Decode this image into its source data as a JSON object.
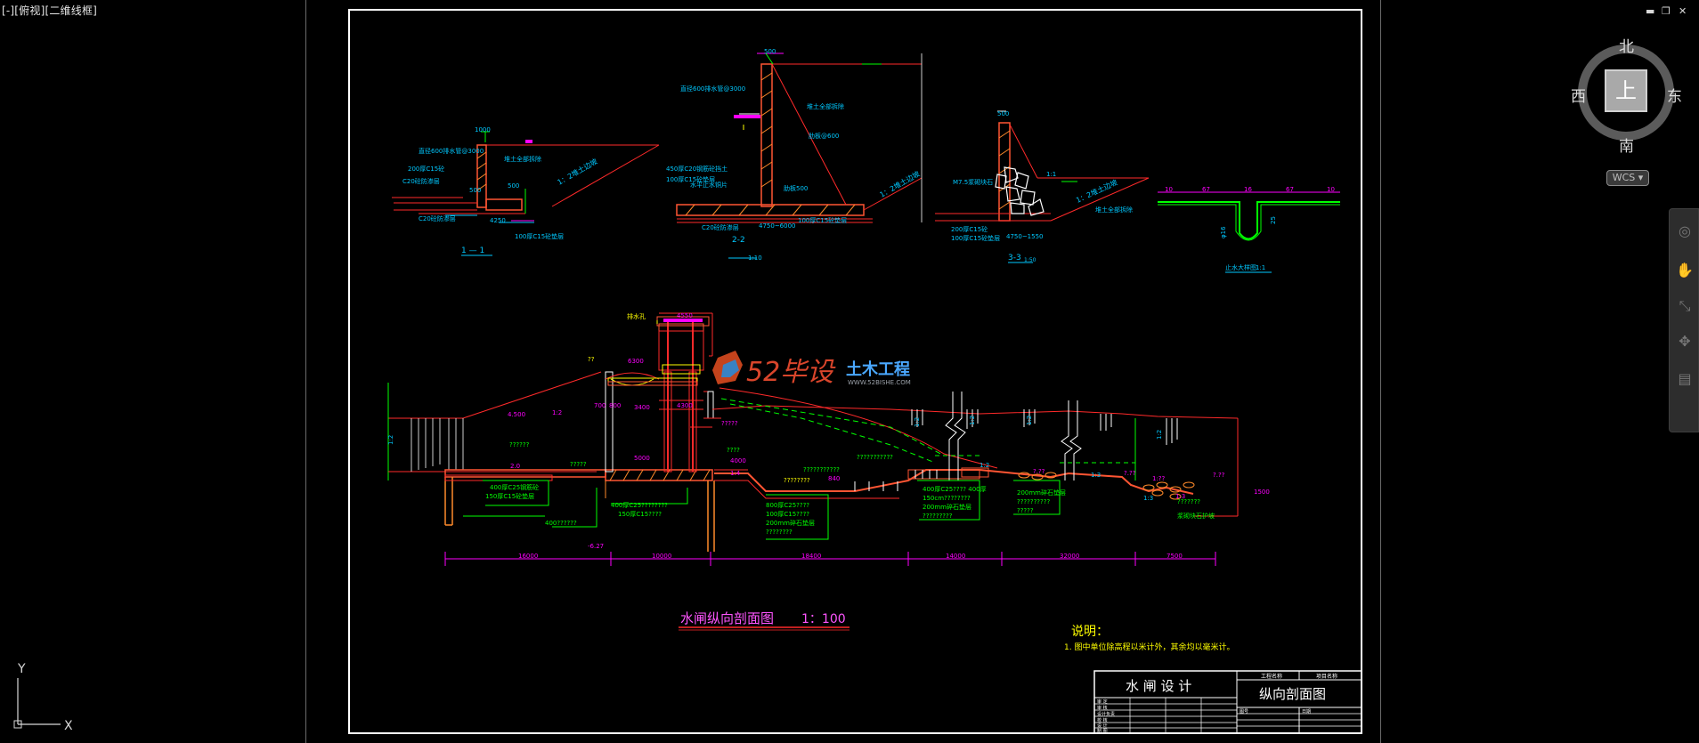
{
  "viewport_label": "[-][俯视][二维线框]",
  "window_controls": {
    "minimize": "▬",
    "restore": "❐",
    "close": "✕"
  },
  "viewcube": {
    "face": "上",
    "north": "北",
    "south": "南",
    "west": "西",
    "east": "东",
    "wcs_label": "WCS ▾"
  },
  "navbar": {
    "icons": [
      "steering-wheel-icon",
      "pan-icon",
      "zoom-icon",
      "orbit-icon",
      "showmotion-icon"
    ]
  },
  "ucs": {
    "x_label": "X",
    "y_label": "Y"
  },
  "colors": {
    "red": "#ff2a2a",
    "magenta": "#ff00ff",
    "cyan": "#00c8ff",
    "green": "#00ff00",
    "yellow": "#ffff00",
    "white": "#ffffff",
    "orange": "#ff8a2a"
  },
  "drawing": {
    "main_title": "水闸纵向剖面图",
    "main_scale": "1：100",
    "notes_title": "说明：",
    "notes_line": "1. 图中单位除高程以米计外，其余均以毫米计。",
    "section_1": "1 — 1",
    "section_2": "2-2",
    "section_3": "3-3",
    "detail_label": "止水大样图",
    "detail_scale": "1:1",
    "watermark_brand": "52毕设",
    "watermark_sub": "土木工程",
    "watermark_url": "WWW.52BISHE.COM",
    "dimensions": [
      "16000",
      "10000",
      "18400",
      "14000",
      "32000",
      "7500"
    ],
    "dim_top": [
      "4550",
      "6300",
      "5000",
      "4750~6000",
      "4750~1550",
      "67",
      "16",
      "67",
      "10"
    ],
    "annotations": [
      {
        "text": "直径600排水管@3000",
        "color": "cyan"
      },
      {
        "text": "堆土全部拆除",
        "color": "cyan"
      },
      {
        "text": "C20砼防渗层",
        "color": "cyan"
      },
      {
        "text": "100厚C15砼垫层",
        "color": "cyan"
      },
      {
        "text": "M7.5浆砌块石",
        "color": "cyan"
      },
      {
        "text": "200mm碎石垫层",
        "color": "green"
      },
      {
        "text": "400厚C25钢筋砼",
        "color": "green"
      },
      {
        "text": "150厚C15砼垫层",
        "color": "green"
      },
      {
        "text": "排水孔",
        "color": "yellow"
      }
    ],
    "slopes": [
      "1:2",
      "1:2",
      "1:3",
      "1:4"
    ],
    "title_block": {
      "project": "水 闸 设 计",
      "drawing_name": "纵向剖面图",
      "row_labels": [
        "审 定",
        "审 核",
        "设计负责",
        "校 核",
        "设 计",
        "制 图"
      ],
      "cols": [
        "工程名称",
        "项目名称",
        "图号",
        "日期"
      ]
    }
  }
}
